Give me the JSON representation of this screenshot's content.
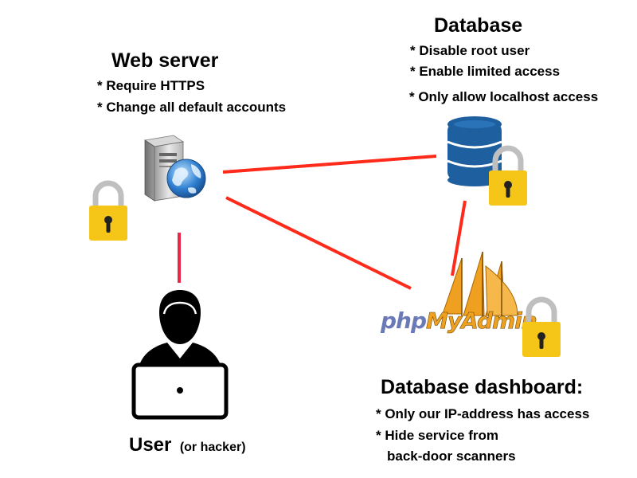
{
  "web_server": {
    "title": "Web server",
    "bullets": [
      "* Require HTTPS",
      "* Change all default accounts"
    ]
  },
  "database": {
    "title": "Database",
    "bullets": [
      "* Disable root user",
      "* Enable limited access",
      "* Only allow localhost access"
    ]
  },
  "dashboard": {
    "title": "Database dashboard:",
    "bullets": [
      "* Only our IP-address has access",
      "* Hide service from"
    ],
    "bullet_continuation": "back-door scanners",
    "logo_text_php": "php",
    "logo_text_myadmin": "MyAdmin"
  },
  "user": {
    "label": "User",
    "note": "(or hacker)"
  },
  "colors": {
    "connection_line": "#ff2a1a",
    "user_line": "#e8274b",
    "lock_body": "#f5c518",
    "lock_shackle": "#bfbfbf",
    "database_icon": "#1e5fa0",
    "pma_sail": "#f0a020",
    "pma_text": "#5a6fb0"
  }
}
